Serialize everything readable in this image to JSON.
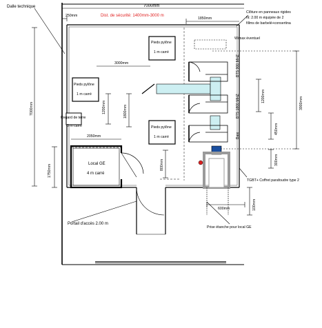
{
  "labels": {
    "dalle_technique": "Dalle technique",
    "total_width_top": "7000mm",
    "offset_250": "250mm",
    "security_distance": "Dist. de sécurité: 1400mm-3000 m",
    "width_1850": "1850mm",
    "fence_line1": "Clôture en panneaux rigides",
    "fence_line2": "ht: 2.00 m équipée de 2",
    "fence_line3": "fillms de barbelé+consertina",
    "wimax": "Wimax éventuel",
    "pylon_top_l1": "Pieds pylône",
    "pylon_top_l2": "1 m carré",
    "pylon_left_l1": "Pieds pylône",
    "pylon_left_l2": "1 m carré",
    "pylon_bottom_l1": "Pieds pylône",
    "pylon_bottom_l2": "1 m carré",
    "dim_3000": "3000mm",
    "dim_1200": "1200mm",
    "dim_1800": "1800mm",
    "bts_900": "BTS 900 MHZ",
    "bts_1800": "BTS 1800 MHZ",
    "baie": "Baie",
    "dim_1200_right": "1200mm",
    "dim_3900": "3900mm",
    "dim_450": "450mm",
    "dim_300": "300mm",
    "regard_l1": "Regard de terre",
    "regard_l2": "0 m carré",
    "total_height_left": "7000mm",
    "dim_2050": "2050mm",
    "local_ge_l1": "Local GE",
    "local_ge_l2": "4 m carré",
    "dim_1750": "1750mm",
    "dim_800": "800mm",
    "tgbt": "TGBT+ Coffret parafoudre type 2",
    "dim_600": "600mm",
    "dim_100": "100mm",
    "portail": "Portail d'accès 2.00 m",
    "prise": "Prise étanche pour local GE"
  },
  "colors": {
    "line": "#000000",
    "dimension_red": "#e02020",
    "cable_cyan": "#cdeff2",
    "equipment_blue": "#1a4fa0",
    "tgbt_gray": "#9a9a9a",
    "breaker_red": "#d82020"
  }
}
